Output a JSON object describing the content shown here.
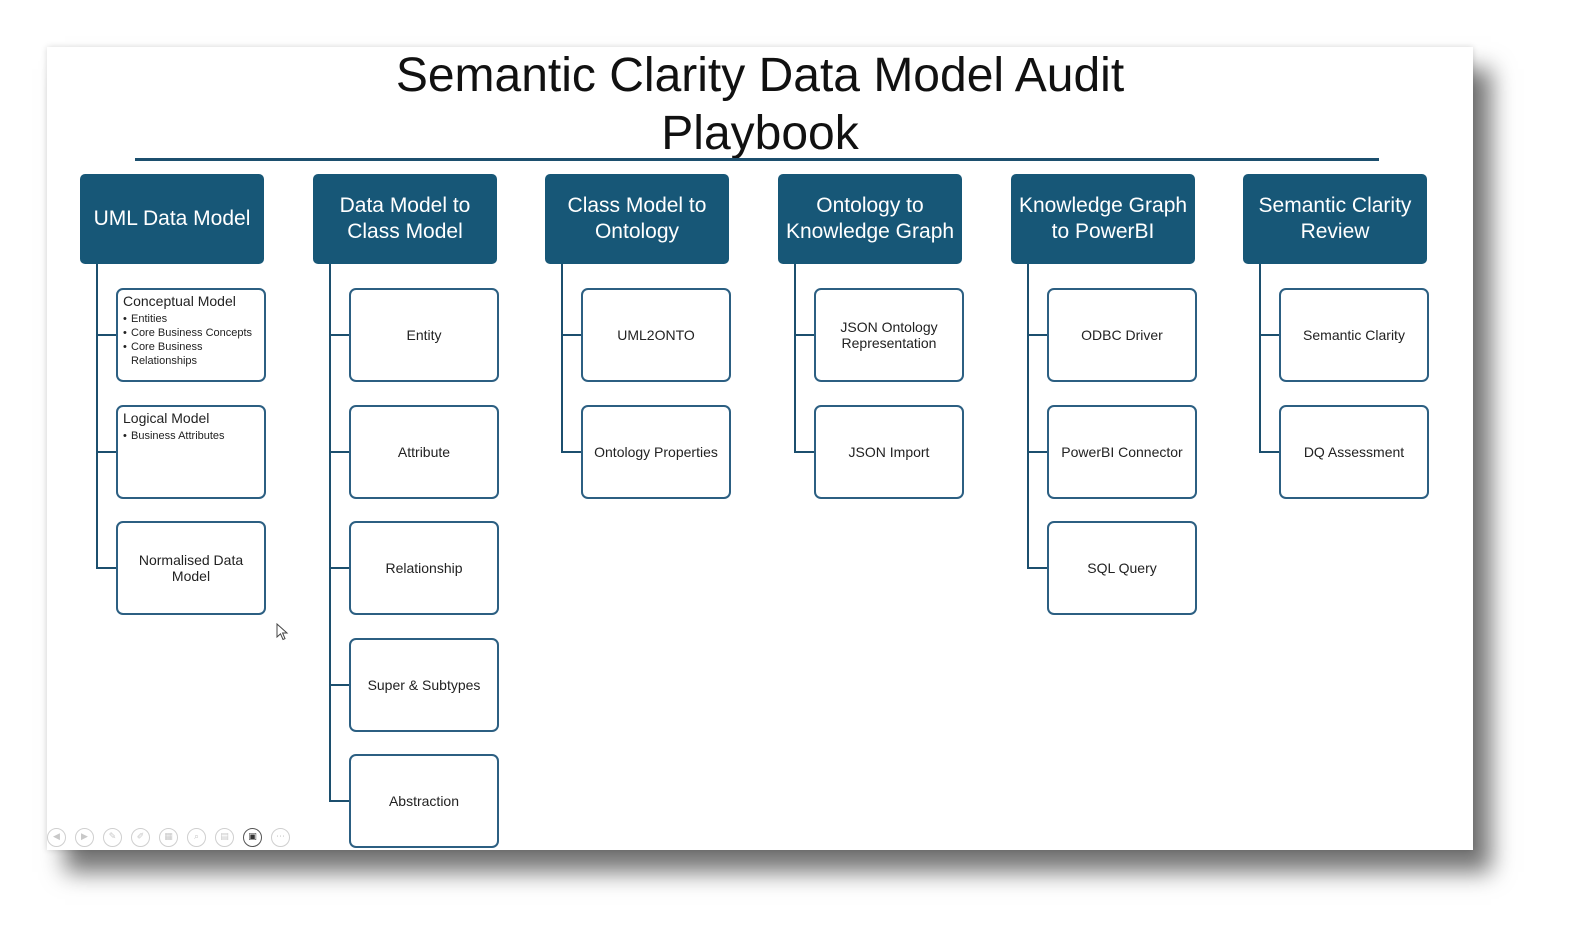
{
  "title_line1": "Semantic Clarity Data Model Audit",
  "title_line2": "Playbook",
  "colors": {
    "header": "#175777",
    "connector": "#1c4f6e",
    "box_border": "#2c5f82"
  },
  "columns": [
    {
      "header": "UML Data Model",
      "children": [
        {
          "title": "Conceptual Model",
          "bullets": [
            "Entities",
            "Core Business Concepts",
            "Core Business Relationships"
          ]
        },
        {
          "title": "Logical Model",
          "bullets": [
            "Business Attributes"
          ]
        },
        {
          "title": "Normalised Data Model"
        }
      ]
    },
    {
      "header": "Data Model to Class Model",
      "children": [
        {
          "title": "Entity"
        },
        {
          "title": "Attribute"
        },
        {
          "title": "Relationship"
        },
        {
          "title": "Super & Subtypes"
        },
        {
          "title": "Abstraction"
        }
      ]
    },
    {
      "header": "Class Model to Ontology",
      "children": [
        {
          "title": "UML2ONTO"
        },
        {
          "title": "Ontology Properties"
        }
      ]
    },
    {
      "header": "Ontology to Knowledge Graph",
      "children": [
        {
          "title": "JSON Ontology Representation"
        },
        {
          "title": "JSON Import"
        }
      ]
    },
    {
      "header": "Knowledge Graph to PowerBI",
      "children": [
        {
          "title": "ODBC Driver"
        },
        {
          "title": "PowerBI Connector"
        },
        {
          "title": "SQL Query"
        }
      ]
    },
    {
      "header": "Semantic Clarity Review",
      "children": [
        {
          "title": "Semantic Clarity"
        },
        {
          "title": "DQ Assessment"
        }
      ]
    }
  ],
  "toolbar_icons": [
    "previous-icon",
    "next-icon",
    "pen-icon",
    "highlighter-icon",
    "slides-icon",
    "zoom-icon",
    "subtitles-icon",
    "camera-icon",
    "more-icon"
  ]
}
